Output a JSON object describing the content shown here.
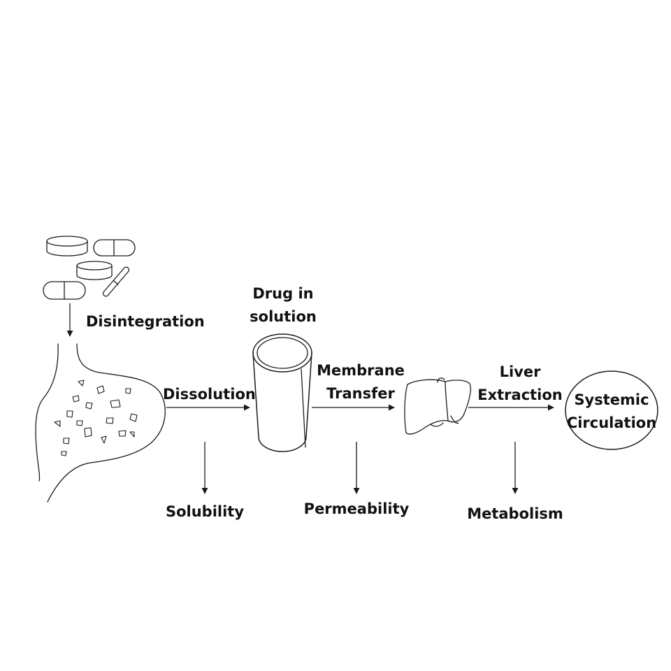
{
  "steps": {
    "disintegration": "Disintegration",
    "dissolution": "Dissolution",
    "drug_in_solution": [
      "Drug in",
      "solution"
    ],
    "membrane_transfer": [
      "Membrane",
      "Transfer"
    ],
    "liver_extraction": [
      "Liver",
      "Extraction"
    ],
    "systemic_circulation": [
      "Systemic",
      "Circulation"
    ]
  },
  "factors": {
    "solubility": "Solubility",
    "permeability": "Permeability",
    "metabolism": "Metabolism"
  },
  "colors": {
    "line": "#1a1a1a",
    "text": "#111111",
    "background": "#ffffff"
  },
  "icons": [
    "tablet-icon",
    "capsule-icon",
    "stomach-icon",
    "cylinder-icon",
    "liver-icon"
  ]
}
